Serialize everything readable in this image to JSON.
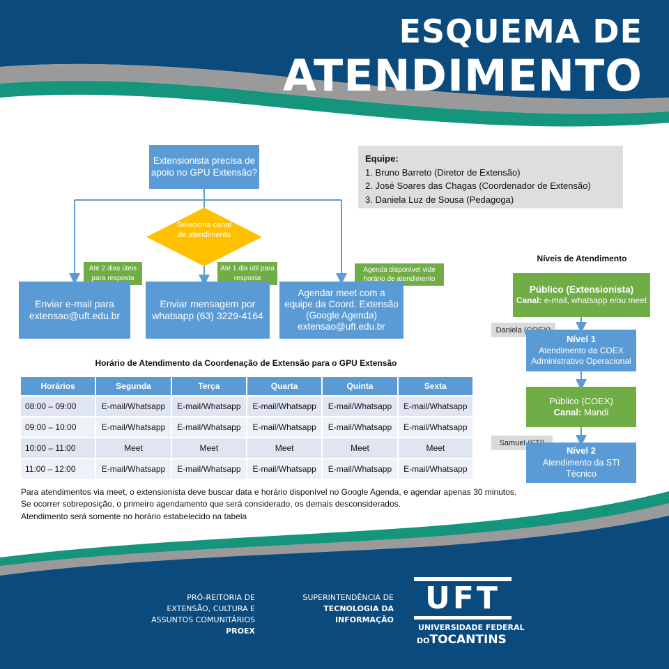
{
  "header": {
    "line1": "ESQUEMA DE",
    "line2": "ATENDIMENTO"
  },
  "colors": {
    "navy": "#0b4a7c",
    "teal": "#15957c",
    "gray": "#9a9a9a",
    "blue_box": "#5b9bd5",
    "green_box": "#70ad47",
    "diamond": "#ffc000"
  },
  "flow": {
    "start": "Extensionista precisa de apoio no GPU Extensão?",
    "decision": "Seleciona canal de atendimento",
    "tag_email": "Até 2 dias úteis para resposta",
    "tag_whatsapp": "Até 1 dia útil para resposta",
    "tag_meet": "Agenda disponível vide horário de atendimento",
    "email_l1": "Enviar e-mail para",
    "email_l2": "extensao@uft.edu.br",
    "whatsapp_l1": "Enviar mensagem por",
    "whatsapp_l2": "whatsapp (63) 3229-4164",
    "meet_l1": "Agendar meet com a",
    "meet_l2": "equipe da Coord. Extensão",
    "meet_l3": "(Google Agenda)",
    "meet_l4": "extensao@uft.edu.br"
  },
  "team": {
    "heading": "Equipe:",
    "members": [
      "1. Bruno Barreto (Diretor de Extensão)",
      "2. José Soares das Chagas (Coordenador de Extensão)",
      "3. Daniela Luz de Sousa (Pedagoga)"
    ]
  },
  "levels": {
    "title": "Níveis de Atendimento",
    "publico_ext_title": "Público (Extensionista)",
    "publico_ext_label": "Canal:",
    "publico_ext_channel": " e-mail, whatsapp e/ou meet",
    "tag_daniela": "Daniela (COEX)",
    "nivel1_title": "Nível 1",
    "nivel1_l1": "Atendimento da COEX",
    "nivel1_l2": "Administrativo Operacional",
    "publico_coex_title": "Público (COEX)",
    "publico_coex_label": "Canal:",
    "publico_coex_channel": " Mandi",
    "tag_samuel": "Samuel (STI)",
    "nivel2_title": "Nível 2",
    "nivel2_l1": "Atendimento da STI",
    "nivel2_l2": "Técnico"
  },
  "schedule": {
    "title": "Horário de Atendimento da Coordenação de Extensão para o GPU Extensão",
    "headers": [
      "Horários",
      "Segunda",
      "Terça",
      "Quarta",
      "Quinta",
      "Sexta"
    ],
    "rows": [
      [
        "08:00 – 09:00",
        "E-mail/Whatsapp",
        "E-mail/Whatsapp",
        "E-mail/Whatsapp",
        "E-mail/Whatsapp",
        "E-mail/Whatsapp"
      ],
      [
        "09:00 – 10:00",
        "E-mail/Whatsapp",
        "E-mail/Whatsapp",
        "E-mail/Whatsapp",
        "E-mail/Whatsapp",
        "E-mail/Whatsapp"
      ],
      [
        "10:00 – 11:00",
        "Meet",
        "Meet",
        "Meet",
        "Meet",
        "Meet"
      ],
      [
        "11:00 – 12:00",
        "E-mail/Whatsapp",
        "E-mail/Whatsapp",
        "E-mail/Whatsapp",
        "E-mail/Whatsapp",
        "E-mail/Whatsapp"
      ]
    ]
  },
  "notes": [
    "Para atendimentos via meet, o extensionista deve buscar data e horário disponível no Google Agenda, e agendar apenas 30 minutos.",
    "Se ocorrer sobreposição, o primeiro agendamento que será considerado, os demais desconsiderados.",
    "Atendimento será somente no horário estabelecido na tabela"
  ],
  "footer": {
    "proex_l1": "PRÓ-REITORIA DE",
    "proex_l2": "EXTENSÃO, CULTURA E",
    "proex_l3": "ASSUNTOS COMUNITÁRIOS",
    "proex_l4": "PROEX",
    "sti_l1": "SUPERINTENDÊNCIA DE",
    "sti_l2": "TECNOLOGIA DA INFORMAÇÃO",
    "logo_mark": "UFT",
    "logo_l1": "UNIVERSIDADE FEDERAL",
    "logo_l2a": "DO",
    "logo_l2b": "TOCANTINS"
  }
}
